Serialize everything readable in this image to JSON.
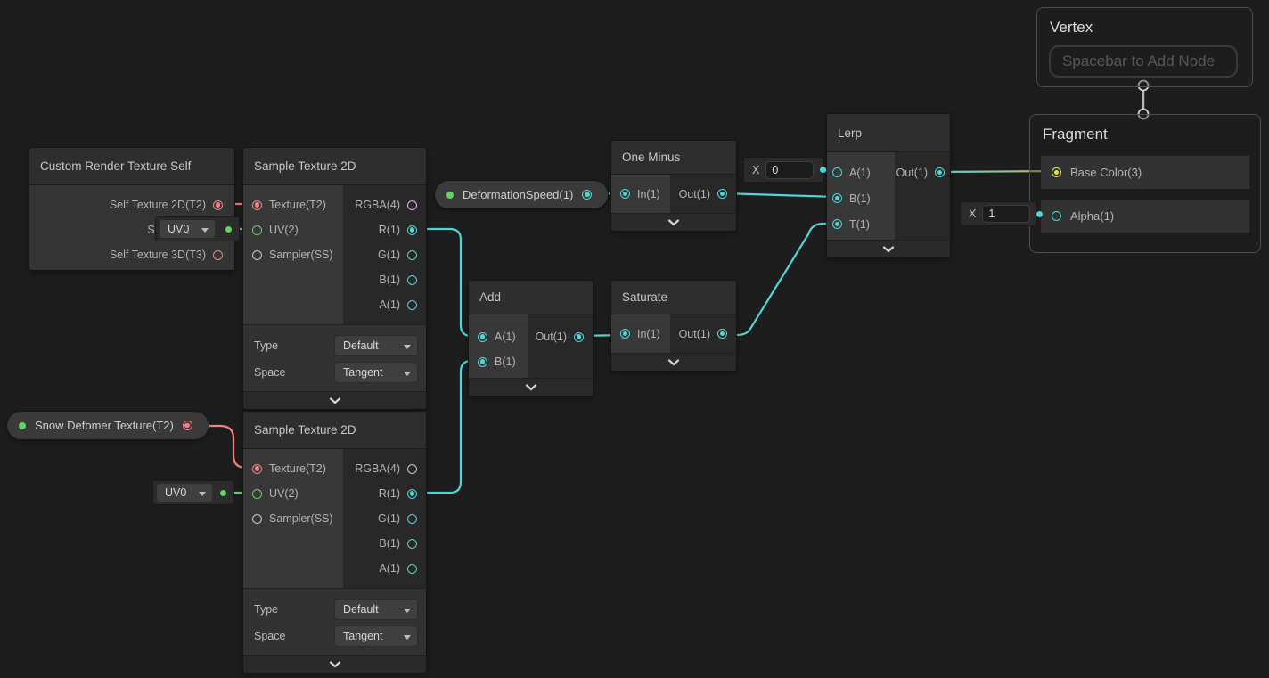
{
  "colors": {
    "cyan": "#4fd6d6",
    "green": "#5fd75f",
    "red": "#f98080",
    "pink": "#eda7ee",
    "yellow": "#e0e14f",
    "gray": "#cccccc",
    "edge_yellow_end": "#b9bd4e",
    "background": "#1d1d1d"
  },
  "vertex_context": {
    "title": "Vertex",
    "placeholder": "Spacebar to Add Node"
  },
  "fragment_context": {
    "title": "Fragment",
    "base_color": "Base Color(3)",
    "alpha": "Alpha(1)"
  },
  "crt_node": {
    "title": "Custom Render Texture Self",
    "out_2d": "Self Texture 2D(T2)",
    "out_uv": "Self Texture",
    "out_3d": "Self Texture 3D(T3)"
  },
  "sample_texture": {
    "title": "Sample Texture 2D",
    "in_texture": "Texture(T2)",
    "in_uv": "UV(2)",
    "in_sampler": "Sampler(SS)",
    "out_rgba": "RGBA(4)",
    "out_r": "R(1)",
    "out_g": "G(1)",
    "out_b": "B(1)",
    "out_a": "A(1)",
    "type_label": "Type",
    "type_value": "Default",
    "space_label": "Space",
    "space_value": "Tangent"
  },
  "one_minus": {
    "title": "One Minus",
    "in": "In(1)",
    "out": "Out(1)"
  },
  "add_node": {
    "title": "Add",
    "a": "A(1)",
    "b": "B(1)",
    "out": "Out(1)"
  },
  "saturate": {
    "title": "Saturate",
    "in": "In(1)",
    "out": "Out(1)"
  },
  "lerp": {
    "title": "Lerp",
    "a": "A(1)",
    "b": "B(1)",
    "t": "T(1)",
    "out": "Out(1)"
  },
  "deformation_speed_pill": {
    "label": "DeformationSpeed(1)"
  },
  "snow_deformer_pill": {
    "label": "Snow Defomer Texture(T2)"
  },
  "uv_channel_dropdown": {
    "value": "UV0"
  },
  "lerp_a_inline": {
    "label": "X",
    "value": "0"
  },
  "alpha_inline": {
    "label": "X",
    "value": "1"
  }
}
